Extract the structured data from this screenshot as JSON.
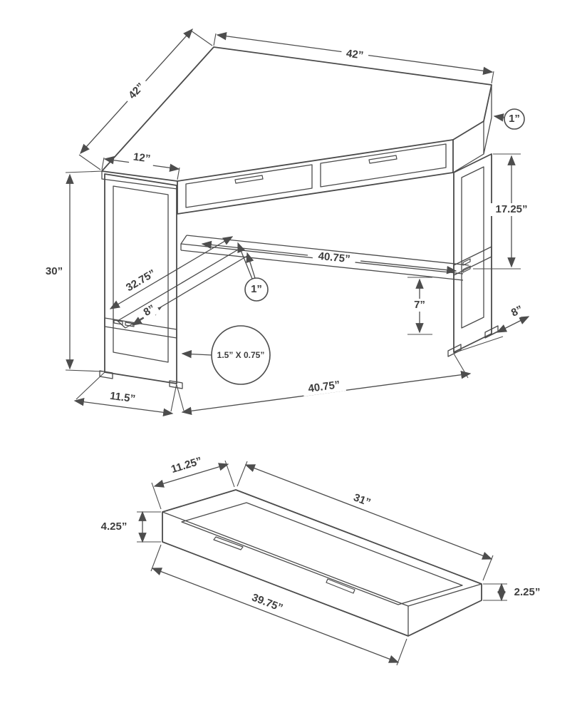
{
  "figure": {
    "kind": "product dimension line drawing",
    "subject": "corner computer desk with storage drawer",
    "line_color": "#4b4b4b",
    "text_color": "#3d3d3d"
  },
  "desk": {
    "top_edge_right": "42”",
    "top_edge_left": "42”",
    "side_edge_left": "12”",
    "tube_top_right": "1”",
    "right_shelf_height": "17.25”",
    "overall_height": "30”",
    "shelf_length": "40.75”",
    "corner_shelf_length": "32.75”",
    "corner_shelf_width": "8”",
    "shelf_thickness": "1”",
    "shelf_clearance": "7”",
    "leg_depth_right": "8”",
    "tube_profile": "1.5” X 0.75”",
    "base_width": "40.75”",
    "leg_depth_left": "11.5”"
  },
  "drawer": {
    "depth": "11.25”",
    "length": "31”",
    "front_height": "4.25”",
    "side_height": "2.25”",
    "front_length": "39.75”"
  }
}
